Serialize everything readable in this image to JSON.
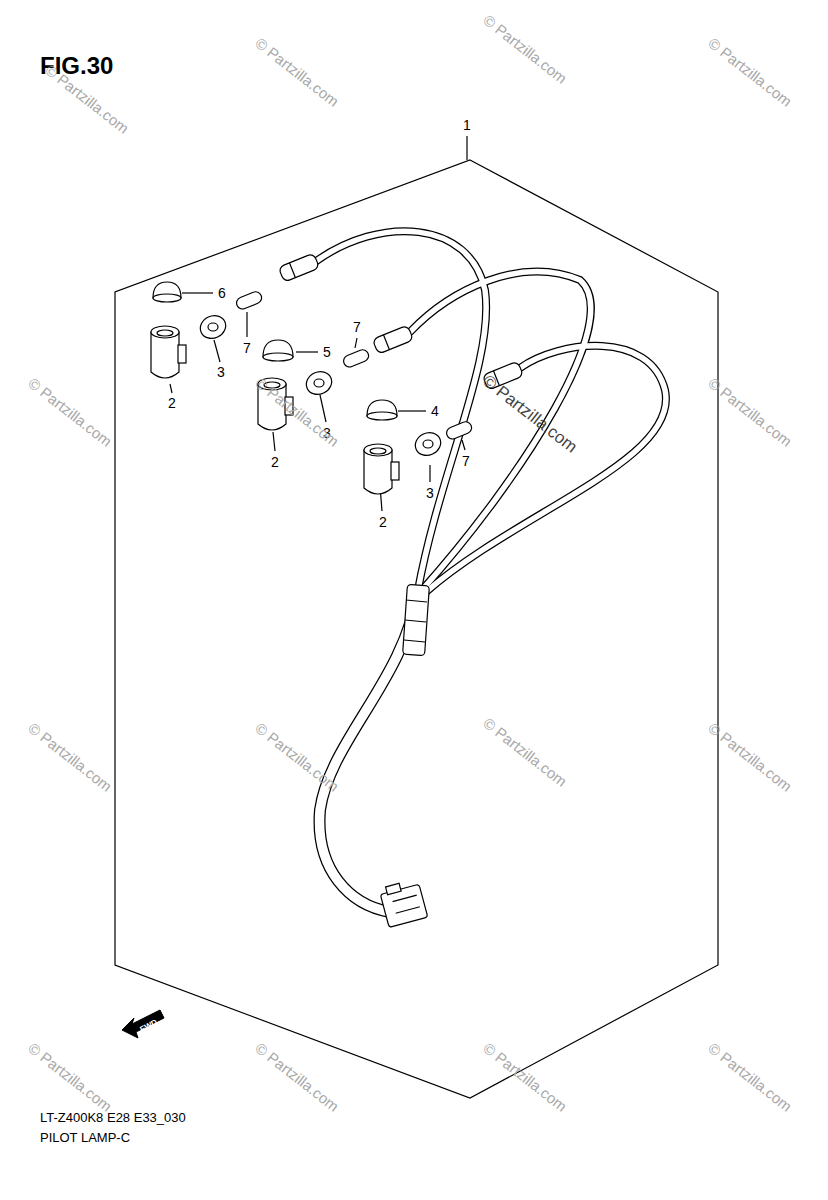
{
  "diagram": {
    "title": "FIG.30",
    "caption": "LT-Z400K8 E28 E33_030",
    "labels": [
      "1",
      "6",
      "7",
      "3",
      "2",
      "5",
      "7",
      "3",
      "2",
      "4",
      "7",
      "3",
      "2",
      "PILOT LAMP-C",
      "FWD",
      "© Partzilla.com",
      "© Partzilla.com",
      "© Partzilla.com",
      "© Partzilla.com",
      "© Partzilla.com",
      "© Partzilla.com",
      "© Partzilla.com",
      "© Partzilla.com",
      "© Partzilla.com",
      "© Partzilla.com",
      "© Partzilla.com",
      "© Partzilla.com",
      "© Partzilla.com",
      "© Partzilla.com",
      "© Partzilla.com",
      "© Partzilla.com"
    ]
  }
}
